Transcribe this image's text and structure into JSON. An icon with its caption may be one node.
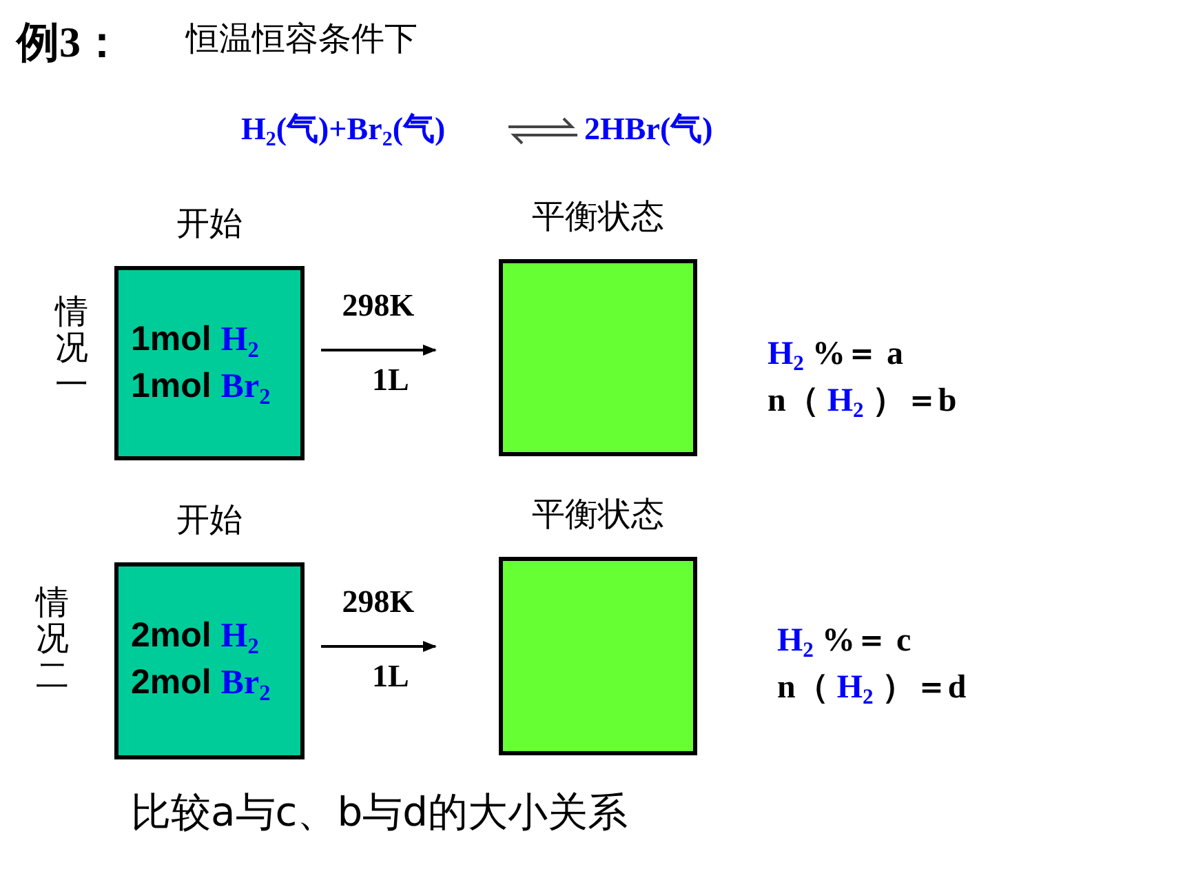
{
  "diagram": {
    "title": "例3：",
    "nodes": [
      {
        "text": [
          "开始",
          "1mol H$_{2}$",
          "1mol Br$_{2}$"
        ]
      },
      {
        "text": [
          "平衡状态"
        ],
        "beside": [
          "H$_{2}$ %＝ a",
          "n（ H$_{2}$ ）＝b"
        ]
      },
      {
        "text": [
          "开始",
          "2mol H$_{2}$",
          "2mol Br$_{2}$"
        ]
      },
      {
        "text": [
          "平衡状态"
        ],
        "beside": [
          "H$_{2}$ %＝ c",
          "n（ H$_{2}$ ）＝d"
        ]
      }
    ],
    "edges": [
      {
        "from": 0,
        "to": 1,
        "arrow": "to",
        "label": "298K"
      },
      {
        "from": 2,
        "to": 3,
        "arrow": "to",
        "label": "298K"
      }
    ],
    "labels": [
      "恒温恒容条件下",
      "H$_{2}$(气)+Br$_{2}$(气)",
      "2HBr(气)",
      "情况一",
      "1L",
      "情况二",
      "1L",
      "比较a与c、b与d的大小关系"
    ]
  }
}
